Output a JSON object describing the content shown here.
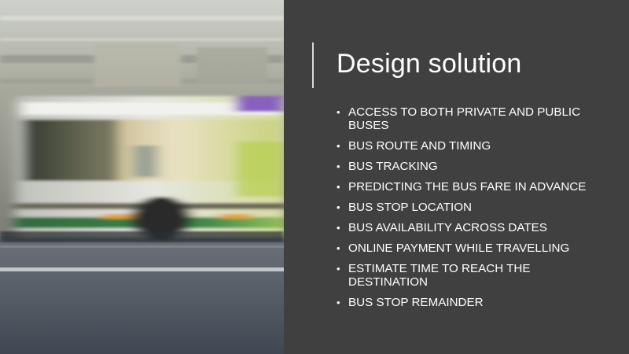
{
  "slide": {
    "title": "Design solution",
    "bullets": [
      "ACCESS TO BOTH PRIVATE AND PUBLIC BUSES",
      "BUS ROUTE AND TIMING",
      "BUS TRACKING",
      "PREDICTING THE BUS FARE IN ADVANCE",
      "BUS STOP LOCATION",
      "BUS AVAILABILITY ACROSS DATES",
      "ONLINE PAYMENT WHILE TRAVELLING",
      "ESTIMATE TIME TO REACH THE DESTINATION",
      "BUS STOP REMAINDER"
    ],
    "bullet_symbol": "•"
  },
  "colors": {
    "panel_background": "#404040",
    "text": "#ffffff",
    "accent_line": "#d9d9d9"
  },
  "image": {
    "subject": "motion-blurred city bus on a street"
  }
}
